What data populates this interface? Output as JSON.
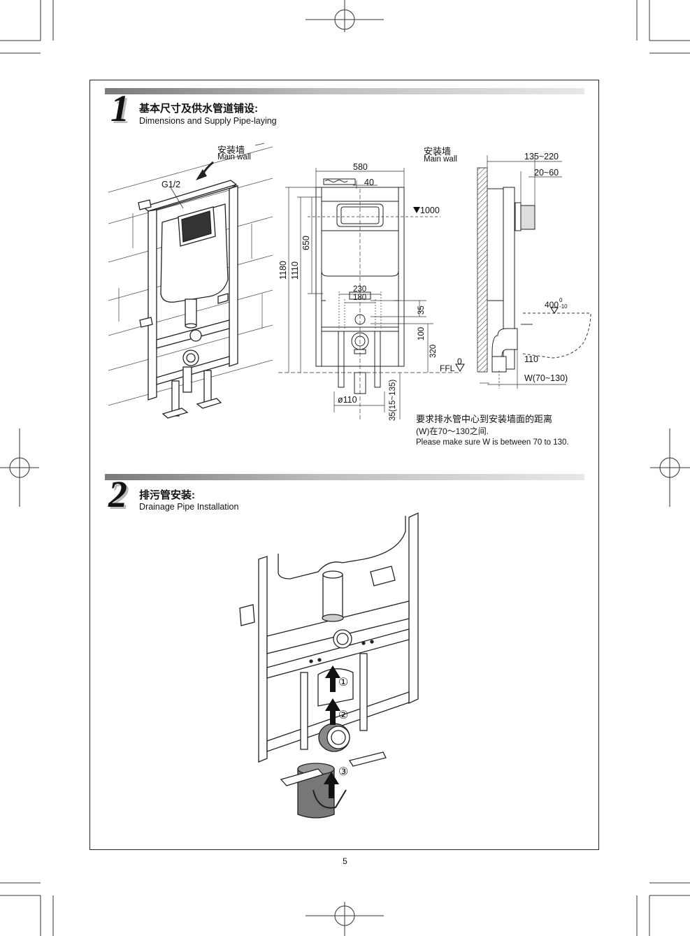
{
  "section1": {
    "number": "1",
    "title_cn": "基本尺寸及供水管道铺设:",
    "title_en": "Dimensions and Supply Pipe-laying"
  },
  "iso_view": {
    "wall_cn": "安装墙",
    "wall_en": "Main wall",
    "inlet": "G1/2"
  },
  "front_view": {
    "width": "580",
    "offset_40": "40",
    "level_1000": "1000",
    "height_1180": "1180",
    "height_1110": "1110",
    "height_650": "650",
    "width_230": "230",
    "width_180": "180",
    "dim_35": "35",
    "dim_100": "100",
    "dim_320": "320",
    "pipe_dia": "ø110",
    "adjust": "35(15~135)",
    "ffl_zero": "0",
    "ffl": "FFL"
  },
  "side_view": {
    "wall_cn": "安装墙",
    "wall_en": "Main wall",
    "depth": "135~220",
    "gap": "20~60",
    "tol_main": "400",
    "tol_sup": "0",
    "tol_sub": "-10",
    "dim_110": "110",
    "w_range": "W(70~130)"
  },
  "notes": {
    "cn_line1": "要求排水管中心到安装墙面的距离",
    "cn_line2": "(W)在70～130之间.",
    "en": "Please make sure W is between 70 to 130."
  },
  "section2": {
    "number": "2",
    "title_cn": "排污管安装:",
    "title_en": "Drainage Pipe Installation"
  },
  "steps": {
    "s1": "①",
    "s2": "②",
    "s3": "③"
  },
  "page_number": "5"
}
